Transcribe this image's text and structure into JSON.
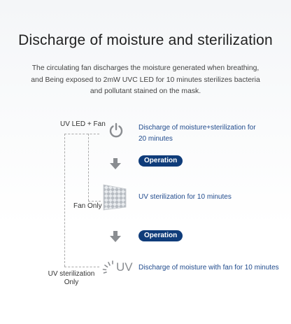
{
  "header": {
    "title": "Discharge of moisture and sterilization",
    "description": "The circulating fan discharges the moisture generated when breathing, and Being exposed to 2mW UVC LED for 10 minutes sterilizes bacteria and pollutant stained on the mask."
  },
  "steps": [
    {
      "mode_label": "UV LED + Fan",
      "icon": "power-icon",
      "text": "Discharge of moisture+sterilization for 20 minutes"
    },
    {
      "mode_label": "Fan Only",
      "icon": "fan-filter-icon",
      "text": "UV sterilization for 10 minutes"
    },
    {
      "mode_label": "UV sterilization Only",
      "icon": "uv-icon",
      "icon_text": "UV",
      "text": "Discharge of moisture with fan for 10 minutes"
    }
  ],
  "operation_label": "Operation",
  "colors": {
    "accent": "#0f3c7a",
    "step_text": "#1f4a8c",
    "arrow": "#8a8d91"
  }
}
